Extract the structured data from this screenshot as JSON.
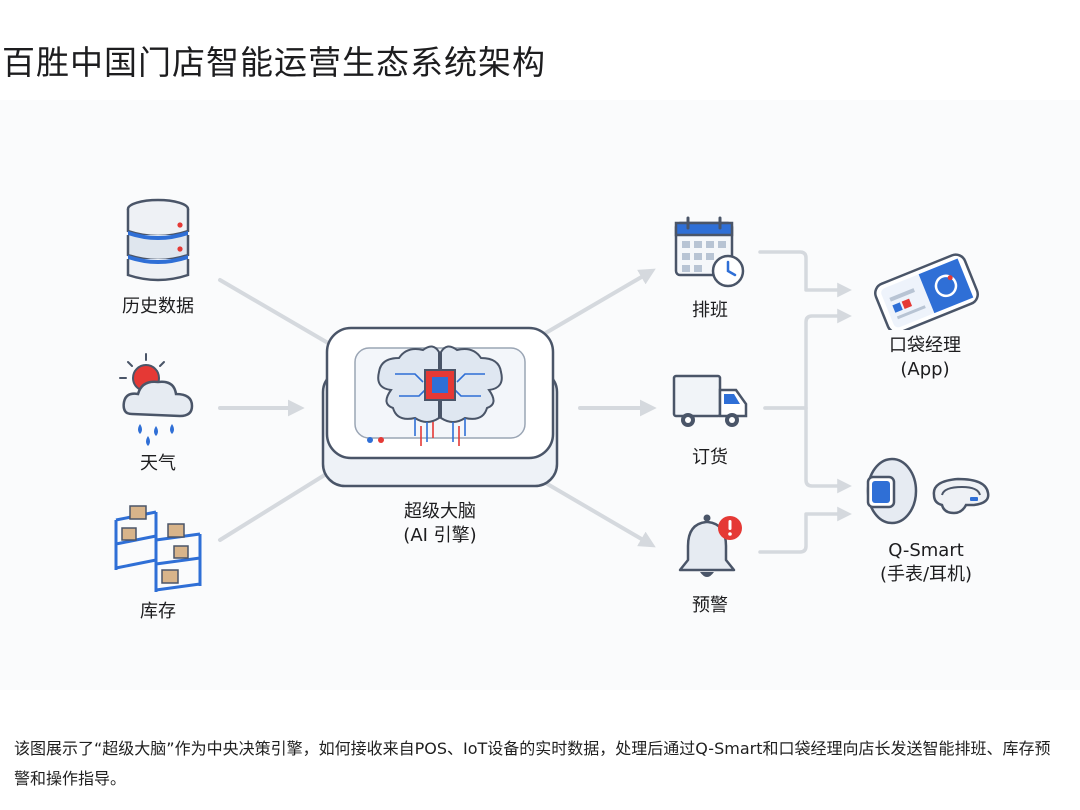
{
  "title": "百胜中国门店智能运营生态系统架构",
  "inputs": [
    {
      "label": "历史数据",
      "icon": "database-icon"
    },
    {
      "label": "天气",
      "icon": "weather-icon"
    },
    {
      "label": "库存",
      "icon": "warehouse-shelves-icon"
    }
  ],
  "engine": {
    "label_line1": "超级大脑",
    "label_line2": "(AI 引擎)",
    "icon": "ai-brain-chip-icon"
  },
  "functions": [
    {
      "label": "排班",
      "icon": "calendar-clock-icon"
    },
    {
      "label": "订货",
      "icon": "delivery-truck-icon"
    },
    {
      "label": "预警",
      "icon": "alert-bell-icon"
    }
  ],
  "outputs": [
    {
      "label_line1": "口袋经理",
      "label_line2": "(App)",
      "icon": "smartphone-app-icon"
    },
    {
      "label_line1": "Q-Smart",
      "label_line2": "(手表/耳机)",
      "icon": "smartwatch-earpiece-icon"
    }
  ],
  "caption": "该图展示了“超级大脑”作为中央决策引擎，如何接收来自POS、IoT设备的实时数据，处理后通过Q-Smart和口袋经理向店长发送智能排班、库存预警和操作指导。",
  "colors": {
    "accent_blue": "#2f6fd6",
    "alert_red": "#e53935",
    "arrow_gray": "#d5d9de",
    "outline": "#4a5568"
  }
}
